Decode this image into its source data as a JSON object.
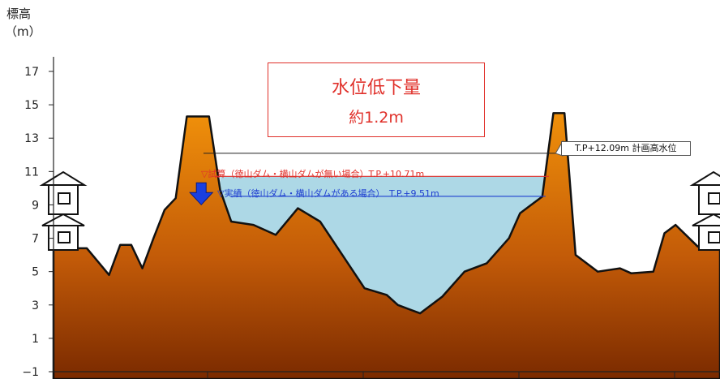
{
  "ylabel_line1": "標高",
  "ylabel_line2": "（m）",
  "callout": {
    "line1": "水位低下量",
    "line2": "約1.2m"
  },
  "plan_level_label": "T.P+12.09m 計画高水位",
  "estimated_label": "▽試算（徳山ダム・横山ダムが無い場合）T.P.+10.71m",
  "actual_label": "▽実績（徳山ダム・横山ダムがある場合）　T.P.+9.51m",
  "colors": {
    "ground_top": "#f0900a",
    "ground_bottom": "#7a2a00",
    "water": "#add8e6",
    "estimated": "#e0302a",
    "actual": "#1f3fd0",
    "plan": "#222222",
    "arrow": "#1a3fe0"
  },
  "chart_data": {
    "type": "area",
    "title": "",
    "xlabel": "",
    "ylabel": "標高（m）",
    "ylim": [
      -1,
      18
    ],
    "yticks": [
      17,
      15,
      13,
      11,
      9,
      7,
      5,
      3,
      1,
      -1
    ],
    "grid": false,
    "water_levels": {
      "plan": 12.09,
      "estimated_without_dams": 10.71,
      "actual_with_dams": 9.51,
      "reduction": 1.2
    },
    "profile": [
      {
        "x": 0,
        "y": 6.4
      },
      {
        "x": 3,
        "y": 6.4
      },
      {
        "x": 4,
        "y": 5.6
      },
      {
        "x": 5,
        "y": 4.8
      },
      {
        "x": 6,
        "y": 6.6
      },
      {
        "x": 7,
        "y": 6.6
      },
      {
        "x": 8,
        "y": 5.2
      },
      {
        "x": 9,
        "y": 7.0
      },
      {
        "x": 10,
        "y": 8.7
      },
      {
        "x": 11,
        "y": 9.4
      },
      {
        "x": 12,
        "y": 14.3
      },
      {
        "x": 14,
        "y": 14.3
      },
      {
        "x": 15,
        "y": 9.9
      },
      {
        "x": 16,
        "y": 8.0
      },
      {
        "x": 18,
        "y": 7.8
      },
      {
        "x": 20,
        "y": 7.2
      },
      {
        "x": 22,
        "y": 8.8
      },
      {
        "x": 24,
        "y": 8.0
      },
      {
        "x": 26,
        "y": 6.0
      },
      {
        "x": 28,
        "y": 4.0
      },
      {
        "x": 30,
        "y": 3.6
      },
      {
        "x": 31,
        "y": 3.0
      },
      {
        "x": 33,
        "y": 2.5
      },
      {
        "x": 35,
        "y": 3.5
      },
      {
        "x": 37,
        "y": 5.0
      },
      {
        "x": 39,
        "y": 5.5
      },
      {
        "x": 41,
        "y": 7.0
      },
      {
        "x": 42,
        "y": 8.5
      },
      {
        "x": 44,
        "y": 9.5
      },
      {
        "x": 45,
        "y": 14.5
      },
      {
        "x": 46,
        "y": 14.5
      },
      {
        "x": 47,
        "y": 6.0
      },
      {
        "x": 49,
        "y": 5.0
      },
      {
        "x": 51,
        "y": 5.2
      },
      {
        "x": 52,
        "y": 4.9
      },
      {
        "x": 54,
        "y": 5.0
      },
      {
        "x": 55,
        "y": 7.3
      },
      {
        "x": 56,
        "y": 7.8
      },
      {
        "x": 58,
        "y": 6.5
      },
      {
        "x": 60,
        "y": 6.4
      }
    ]
  }
}
